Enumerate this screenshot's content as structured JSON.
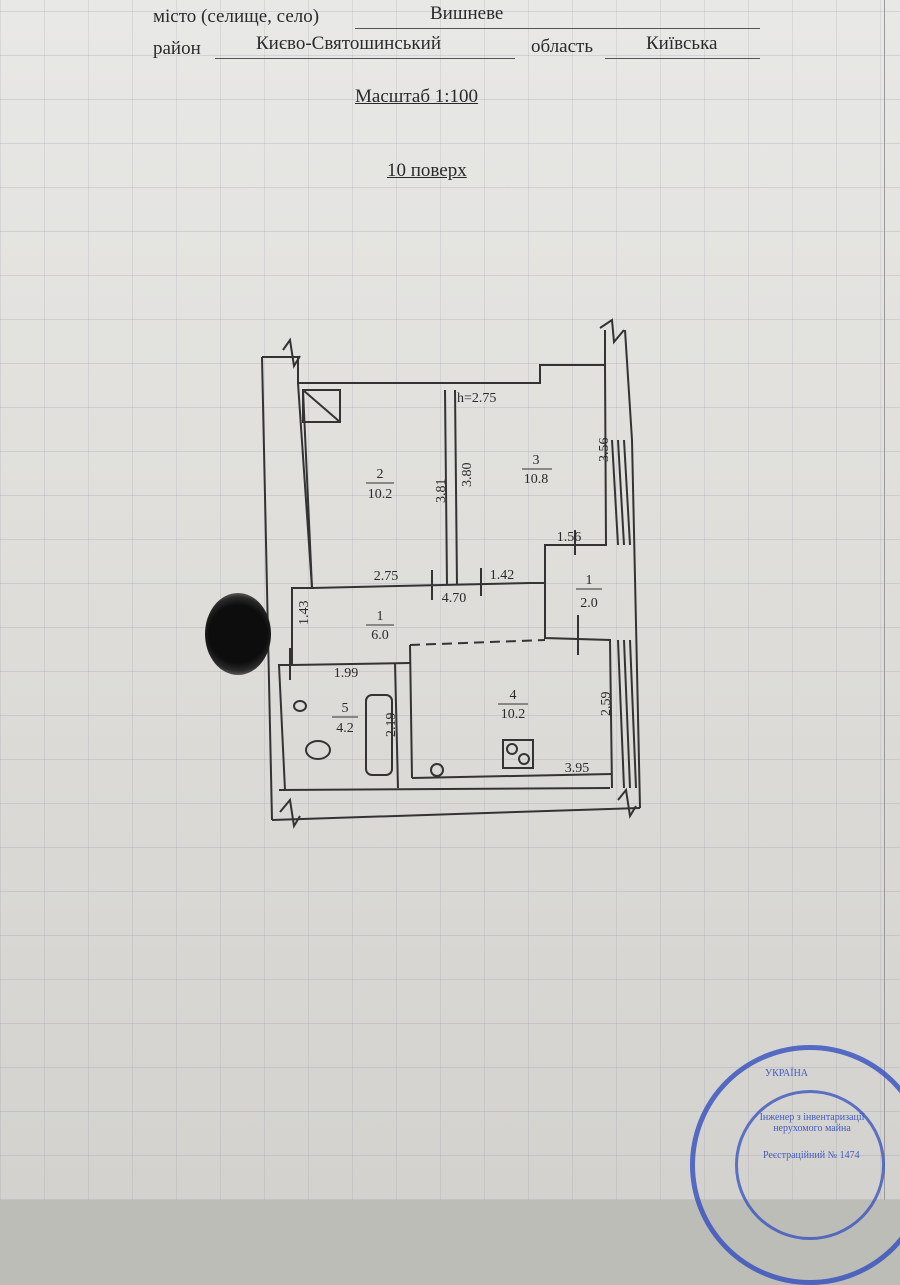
{
  "header": {
    "city_label": "місто (селище, село)",
    "city_value": "Вишневе",
    "district_label": "район",
    "district_value": "Києво-Святошинський",
    "region_label": "область",
    "region_value": "Київська"
  },
  "scale": "Масштаб 1:100",
  "floor": "10 поверх",
  "plan": {
    "height": "h=2.75",
    "rooms": [
      {
        "number": "2",
        "area": "10.2"
      },
      {
        "number": "3",
        "area": "10.8"
      },
      {
        "number": "1",
        "area": "6.0"
      },
      {
        "number": "1",
        "area": "2.0"
      },
      {
        "number": "5",
        "area": "4.2"
      },
      {
        "number": "4",
        "area": "10.2"
      }
    ],
    "dims": {
      "d_381": "3.81",
      "d_380": "3.80",
      "d_356": "3.56",
      "d_156": "1.56",
      "d_275": "2.75",
      "d_470": "4.70",
      "d_142": "1.42",
      "d_143": "1.43",
      "d_199": "1.99",
      "d_219": "2.19",
      "d_259": "2.59",
      "d_395": "3.95"
    }
  },
  "stamp": {
    "title": "Інженер з інвентаризації нерухомого майна",
    "registration": "Реєстраційний № 1474",
    "country": "УКРАЇНА"
  }
}
